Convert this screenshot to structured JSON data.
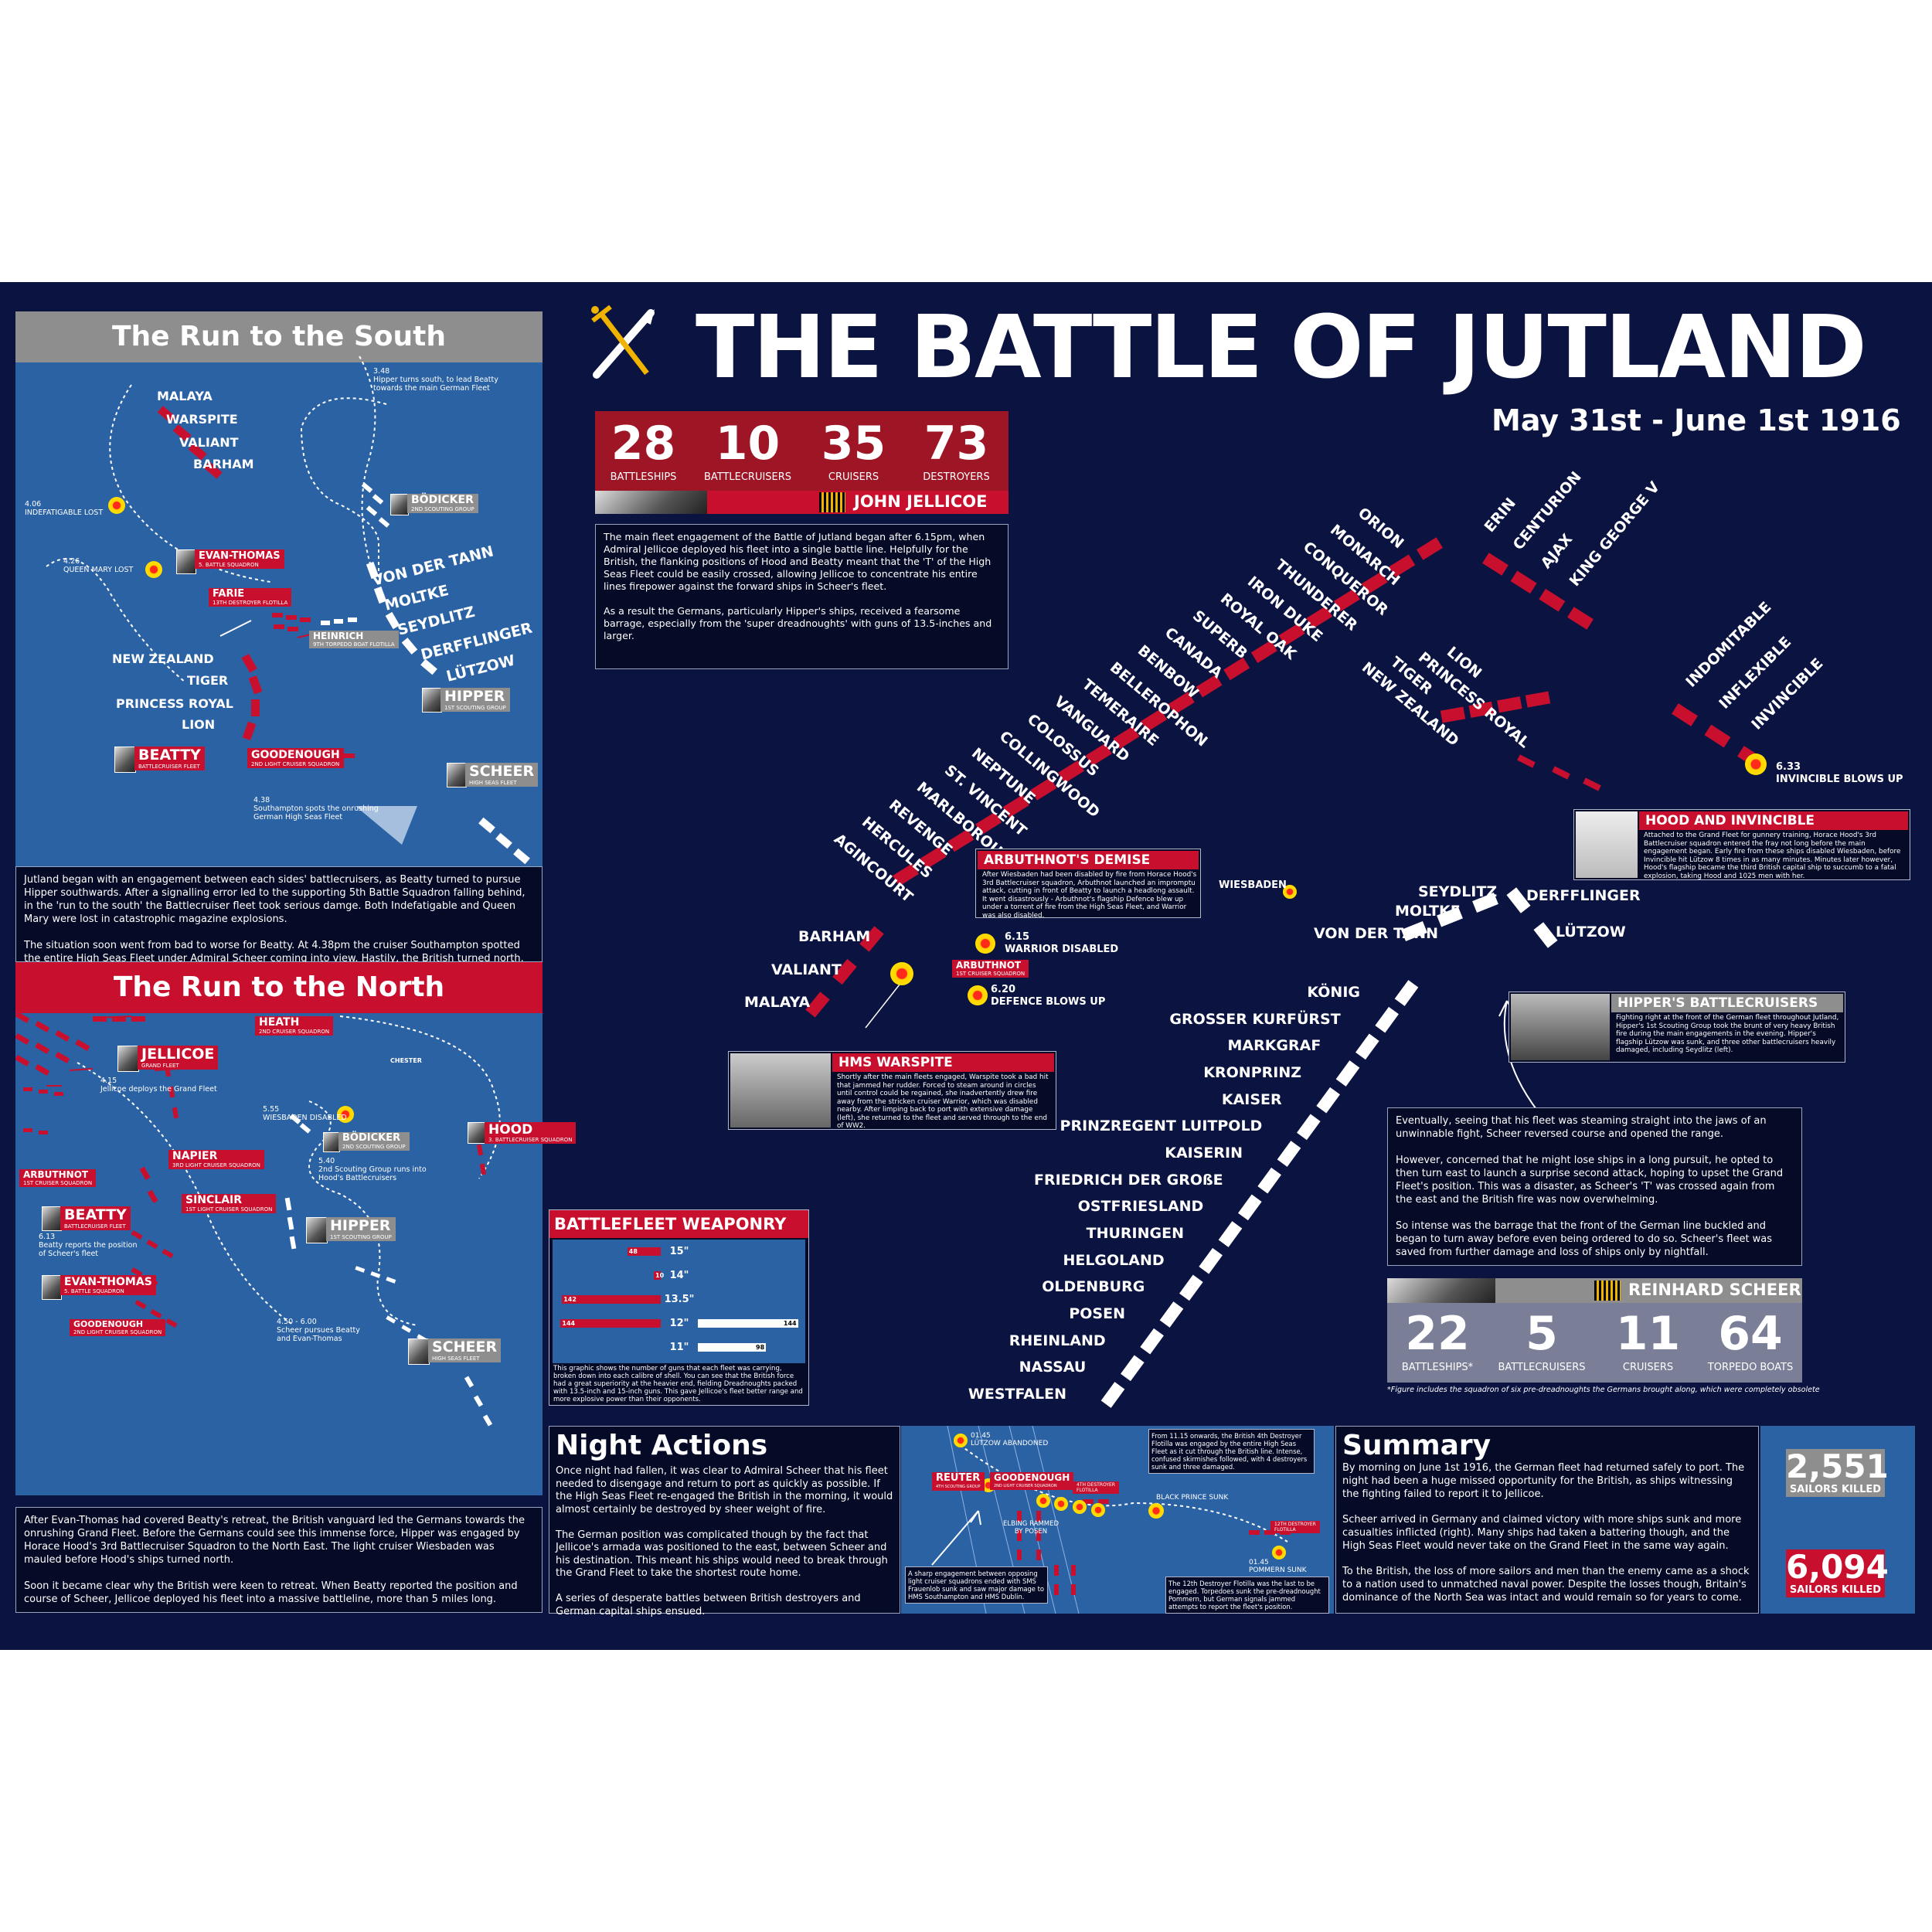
{
  "header": {
    "title": "THE BATTLE OF JUTLAND",
    "dates": "May 31st - June 1st 1916",
    "logo_icon": "crossed-sword-and-quill-icon"
  },
  "colors": {
    "navy": "#0b1340",
    "map_blue": "#2b62a4",
    "british_red": "#c8102e",
    "german_white": "#ffffff",
    "burst_yellow": "#ffd200",
    "grey": "#8e8e8e"
  },
  "british_stats": {
    "items": [
      {
        "value": "28",
        "label": "BATTLESHIPS"
      },
      {
        "value": "10",
        "label": "BATTLECRUISERS"
      },
      {
        "value": "35",
        "label": "CRUISERS"
      },
      {
        "value": "73",
        "label": "DESTROYERS"
      }
    ],
    "commander": "JOHN JELLICOE"
  },
  "german_stats": {
    "items": [
      {
        "value": "22",
        "label": "BATTLESHIPS*"
      },
      {
        "value": "5",
        "label": "BATTLECRUISERS"
      },
      {
        "value": "11",
        "label": "CRUISERS"
      },
      {
        "value": "64",
        "label": "TORPEDO BOATS"
      }
    ],
    "commander": "REINHARD SCHEER",
    "footnote": "*Figure includes the squadron of six pre-dreadnoughts the Germans brought along, which were completely obsolete"
  },
  "main_text": "The main fleet engagement of the Battle of Jutland began after 6.15pm, when Admiral Jellicoe deployed his fleet into a single battle line. Helpfully for the British, the flanking positions of Hood and Beatty meant that the 'T' of the High Seas Fleet could be easily crossed, allowing Jellicoe to concentrate his entire lines firepower against the forward ships in Scheer's fleet.\n\nAs a result the Germans, particularly Hipper's ships, received a fearsome barrage, especially from the 'super dreadnoughts' with guns of 13.5-inches and larger.",
  "scheer_text": "Eventually, seeing that his fleet was steaming straight into the jaws of an unwinnable fight, Scheer reversed course and opened the range.\n\nHowever, concerned that he might lose ships in a long pursuit, he opted to then turn east to launch a surprise second attack, hoping to upset the Grand Fleet's position. This was a disaster, as Scheer's 'T' was crossed again from the east and the British fire was now overwhelming.\n\nSo intense was the barrage that the front of the German line buckled and began to turn away before even being ordered to do so. Scheer's fleet was saved from further damage and loss of ships only by nightfall.",
  "south": {
    "title": "The Run to the South",
    "text": "Jutland began with an engagement between each sides' battlecruisers, as Beatty turned to pursue Hipper southwards. After a signalling error led to the supporting 5th Battle Squadron falling behind, in the 'run to the south' the Battlecruiser fleet took serious damge. Both Indefatigable and Queen Mary were lost in catastrophic magazine explosions.\n\nThe situation soon went from bad to worse for Beatty. At 4.38pm the cruiser Southampton spotted the entire High Seas Fleet under Admiral Scheer coming into view. Hastily, the British turned north.",
    "ships_a": [
      "MALAYA",
      "WARSPITE",
      "VALIANT",
      "BARHAM"
    ],
    "ships_b": [
      "NEW ZEALAND",
      "TIGER",
      "PRINCESS ROYAL",
      "LION"
    ],
    "ships_c": [
      "VON DER TANN",
      "MOLTKE",
      "SEYDLITZ",
      "DERFFLINGER",
      "LÜTZOW"
    ],
    "notes": {
      "n348": "3.48\nHipper turns south, to lead Beatty\ntowards the main German Fleet",
      "n406": "4.06\nINDEFATIGABLE LOST",
      "n426": "4.26\nQUEEN MARY LOST",
      "n438": "4.38\nSouthampton spots the onrushing\nGerman High Seas Fleet"
    },
    "tags": {
      "bodicker": "BÖDICKER",
      "bodicker_s": "2ND SCOUTING GROUP",
      "evan": "EVAN-THOMAS",
      "evan_s": "5. BATTLE SQUADRON",
      "farie": "FARIE",
      "farie_s": "13TH DESTROYER FLOTILLA",
      "heinrich": "HEINRICH",
      "heinrich_s": "9TH TORPEDO BOAT FLOTILLA",
      "hipper": "HIPPER",
      "hipper_s": "1ST SCOUTING GROUP",
      "beatty": "BEATTY",
      "beatty_s": "BATTLECRUISER FLEET",
      "goodenough": "GOODENOUGH",
      "goodenough_s": "2ND LIGHT CRUISER SQUADRON",
      "scheer": "SCHEER",
      "scheer_s": "HIGH SEAS FLEET"
    }
  },
  "north": {
    "title": "The Run to the North",
    "text": "After Evan-Thomas had covered Beatty's retreat, the British vanguard led the Germans towards the onrushing Grand Fleet. Before the Germans could see this immense force, Hipper was engaged by Horace Hood's 3rd Battlecruiser Squadron to the North East. The light cruiser Wiesbaden was mauled before Hood's ships turned north.\n\nSoon it became clear why the British were keen to retreat. When Beatty reported the position and course of Scheer, Jellicoe deployed his fleet into a massive battleline, more than 5 miles long.",
    "notes": {
      "n415": "4.15\nJellicoe deploys the Grand Fleet",
      "n555": "5.55\nWIESBADEN DISABLED",
      "n540": "5.40\n2nd Scouting Group runs into\nHood's Battlecruisers",
      "n613": "6.13\nBeatty reports the position\nof Scheer's fleet",
      "n450": "4.50 - 6.00\nScheer pursues Beatty\nand Evan-Thomas",
      "chester": "CHESTER"
    },
    "tags": {
      "heath": "HEATH",
      "heath_s": "2ND CRUISER SQUADRON",
      "jellicoe": "JELLICOE",
      "jellicoe_s": "GRAND FLEET",
      "bodicker": "BÖDICKER",
      "bodicker_s": "2ND SCOUTING GROUP",
      "hood": "HOOD",
      "hood_s": "3. BATTLECRUISER SQUADRON",
      "napier": "NAPIER",
      "napier_s": "3RD LIGHT CRUISER SQUADRON",
      "arbuthnot": "ARBUTHNOT",
      "arbuthnot_s": "1ST CRUISER SQUADRON",
      "sinclair": "SINCLAIR",
      "sinclair_s": "1ST LIGHT CRUISER SQUADRON",
      "beatty": "BEATTY",
      "beatty_s": "BATTLECRUISER FLEET",
      "hipper": "HIPPER",
      "hipper_s": "1ST SCOUTING GROUP",
      "evan": "EVAN-THOMAS",
      "evan_s": "5. BATTLE SQUADRON",
      "goodenough": "GOODENOUGH",
      "goodenough_s": "2ND LIGHT CRUISER SQUADRON",
      "scheer": "SCHEER",
      "scheer_s": "HIGH SEAS FLEET"
    }
  },
  "british_line": [
    "AGINCOURT",
    "HERCULES",
    "REVENGE",
    "MARLBOROUGH",
    "ST. VINCENT",
    "NEPTUNE",
    "COLLINGWOOD",
    "COLOSSUS",
    "VANGUARD",
    "TEMERAIRE",
    "BELLEROPHON",
    "BENBOW",
    "CANADA",
    "SUPERB",
    "ROYAL OAK",
    "IRON DUKE",
    "THUNDERER",
    "CONQUEROR",
    "MONARCH",
    "ORION",
    "ERIN",
    "CENTURION",
    "AJAX",
    "KING GEORGE V"
  ],
  "beatty_line": [
    "NEW ZEALAND",
    "TIGER",
    "PRINCESS ROYAL",
    "LION"
  ],
  "hood_line": [
    "INDOMITABLE",
    "INFLEXIBLE",
    "INVINCIBLE"
  ],
  "evan_line": [
    "BARHAM",
    "VALIANT",
    "MALAYA"
  ],
  "hipper_line": [
    "SEYDLITZ",
    "MOLTKE",
    "VON DER TANN",
    "DERFFLINGER",
    "LÜTZOW"
  ],
  "german_line": [
    "KÖNIG",
    "GROSSER KURFÜRST",
    "MARKGRAF",
    "KRONPRINZ",
    "KAISER",
    "PRINZREGENT LUITPOLD",
    "KAISERIN",
    "FRIEDRICH DER GROßE",
    "OSTFRIESLAND",
    "THURINGEN",
    "HELGOLAND",
    "OLDENBURG",
    "POSEN",
    "RHEINLAND",
    "NASSAU",
    "WESTFALEN"
  ],
  "map_events": {
    "invincible": "6.33\nINVINCIBLE BLOWS UP",
    "warrior": "6.15\nWARRIOR DISABLED",
    "defence": "6.20\nDEFENCE BLOWS UP",
    "wiesbaden": "WIESBADEN",
    "arbuthnot": "ARBUTHNOT",
    "arbuthnot_s": "1ST CRUISER SQUADRON"
  },
  "info_boxes": {
    "hood": {
      "title": "HOOD AND INVINCIBLE",
      "text": "Attached to the Grand Fleet for gunnery training, Horace Hood's 3rd Battlecruiser squadron entered the fray not long before the main engagement began. Early fire from these ships disabled Wiesbaden, before Invincible hit Lützow 8 times in as many minutes. Minutes later however, Hood's flagship became the third British capital ship to succumb to a fatal explosion, taking Hood and 1025 men with her."
    },
    "arbuthnot": {
      "title": "ARBUTHNOT'S DEMISE",
      "text": "After Wiesbaden had been disabled by fire from Horace Hood's 3rd Battlecruiser squadron, Arbuthnot launched an impromptu attack, cutting in front of Beatty to launch a headlong assault. It went disastrously - Arbuthnot's flagship Defence blew up under a torrent of fire from the High Seas Fleet, and Warrior was also disabled."
    },
    "warspite": {
      "title": "HMS WARSPITE",
      "text": "Shortly after the main fleets engaged, Warspite took a bad hit that jammed her rudder. Forced to steam around in circles until control could be regained, she inadvertently drew fire away from the stricken cruiser Warrior, which was disabled nearby. After limping back to port with extensive damage (left), she returned to the fleet and served through to the end of WW2."
    },
    "hipper": {
      "title": "HIPPER'S BATTLECRUISERS",
      "text": "Fighting right at the front of the German fleet throughout Jutland, Hipper's 1st Scouting Group took the brunt of very heavy British fire during the main engagements in the evening. Hipper's flagship Lützow was sunk, and three other battlecruisers heavily damaged, including Seydlitz (left)."
    }
  },
  "weaponry": {
    "title": "BATTLEFLEET WEAPONRY",
    "rows": [
      {
        "cal": "15\"",
        "british": 48,
        "german": 0
      },
      {
        "cal": "14\"",
        "british": 10,
        "german": 0
      },
      {
        "cal": "13.5\"",
        "british": 142,
        "german": 0
      },
      {
        "cal": "12\"",
        "british": 144,
        "german": 144
      },
      {
        "cal": "11\"",
        "british": 0,
        "german": 98
      }
    ],
    "max": 150,
    "caption": "This graphic shows the number of guns that each fleet was carrying, broken down into each calibre of shell. You can see that the British force had a great superiority at the heavier end, fielding Dreadnoughts packed with 13.5-inch and 15-inch guns. This gave Jellicoe's fleet better range and more explosive power than their opponents."
  },
  "night": {
    "title": "Night Actions",
    "text": "Once night had fallen, it was clear to Admiral Scheer that his fleet needed to disengage and return to port as quickly as possible. If the High Seas Fleet re-engaged the British in the morning, it would almost certainly be destroyed by sheer weight of fire.\n\nThe German position was complicated though by the fact that Jellicoe's armada was positioned to the east, between Scheer and his destination. This meant his ships would need to break through the Grand Fleet to take the shortest route home.\n\nA series of desperate battles between British destroyers and German capital ships ensued.",
    "map": {
      "lutzow": "01.45\nLÜTZOW ABANDONED",
      "reuter": "REUTER",
      "reuter_s": "4TH SCOUTING GROUP",
      "goodenough": "GOODENOUGH",
      "goodenough_s": "2ND LIGHT CRUISER SQUADRON",
      "elbing": "ELBING RAMMED\nBY POSEN",
      "flot4": "4TH DESTROYER\nFLOTILLA",
      "blackprince": "BLACK PRINCE SUNK",
      "flot12": "12TH DESTROYER\nFLOTILLA",
      "pommern": "01.45\nPOMMERN SUNK",
      "box1": "From 11.15 onwards, the British 4th Destroyer Flotilla was engaged by the entire High Seas Fleet as it cut through the British line. Intense, confused skirmishes followed, with 4 destroyers sunk and three damaged.",
      "box2": "A sharp engagement between opposing light cruiser squadrons ended with SMS Frauenlob sunk and saw major damage to HMS Southampton and HMS Dublin.",
      "box3": "The 12th Destroyer Flotilla was the last to be engaged. Torpedoes sunk the pre-dreadnought Pommern, but German signals jammed attempts to report the fleet's position."
    }
  },
  "summary": {
    "title": "Summary",
    "text": "By morning on June 1st 1916, the German fleet had returned safely to port. The night had been a huge missed opportunity for the British, as ships witnessing the fighting failed to report it to Jellicoe.\n\nScheer arrived in Germany and claimed victory with more ships sunk and more casualties inflicted (right). Many ships had taken a battering though, and the High Seas Fleet would never take on the Grand Fleet in the same way again.\n\nTo the British, the loss of more sailors and men than the enemy came as a shock to a nation used to unmatched naval power. Despite the losses though, Britain's dominance of the North Sea was intact and would remain so for years to come.",
    "german_killed": "2,551",
    "german_label": "SAILORS KILLED",
    "british_killed": "6,094",
    "british_label": "SAILORS KILLED"
  }
}
